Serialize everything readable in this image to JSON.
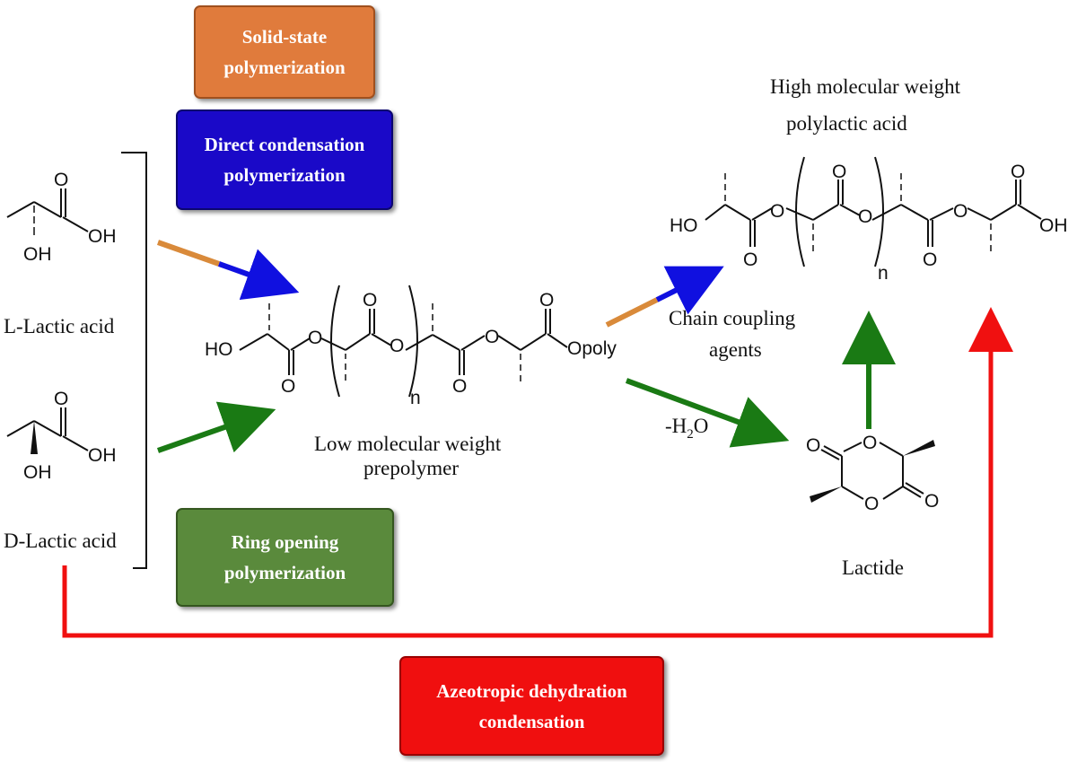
{
  "boxes": {
    "solid_state": {
      "text": "Solid-state\npolymerization",
      "color": "#e07b3c"
    },
    "direct_condensation": {
      "text": "Direct condensation\npolymerization",
      "color": "#1a09c8"
    },
    "ring_opening": {
      "text": "Ring opening\npolymerization",
      "color": "#5a8a3c"
    },
    "azeotropic": {
      "text": "Azeotropic dehydration\ncondensation",
      "color": "#f00f0f"
    }
  },
  "labels": {
    "l_lactic": "L-Lactic acid",
    "d_lactic": "D-Lactic acid",
    "low_mw_line1": "Low molecular weight",
    "low_mw_line2": "prepolymer",
    "high_mw_line1": "High molecular weight",
    "high_mw_line2": "polylactic acid",
    "coupling_line1": "Chain coupling",
    "coupling_line2": "agents",
    "lactide": "Lactide",
    "water_minus": "-H",
    "water_sub": "2",
    "water_o": "O"
  },
  "atoms": {
    "O": "O",
    "OH": "OH",
    "HO": "HO",
    "n": "n",
    "Opoly": "Opoly"
  },
  "colors": {
    "blue_arrow": "#1010e0",
    "orange_segment": "#d98a3a",
    "green_arrow": "#1a7a14",
    "red_arrow": "#f01010",
    "bond": "#111111"
  }
}
